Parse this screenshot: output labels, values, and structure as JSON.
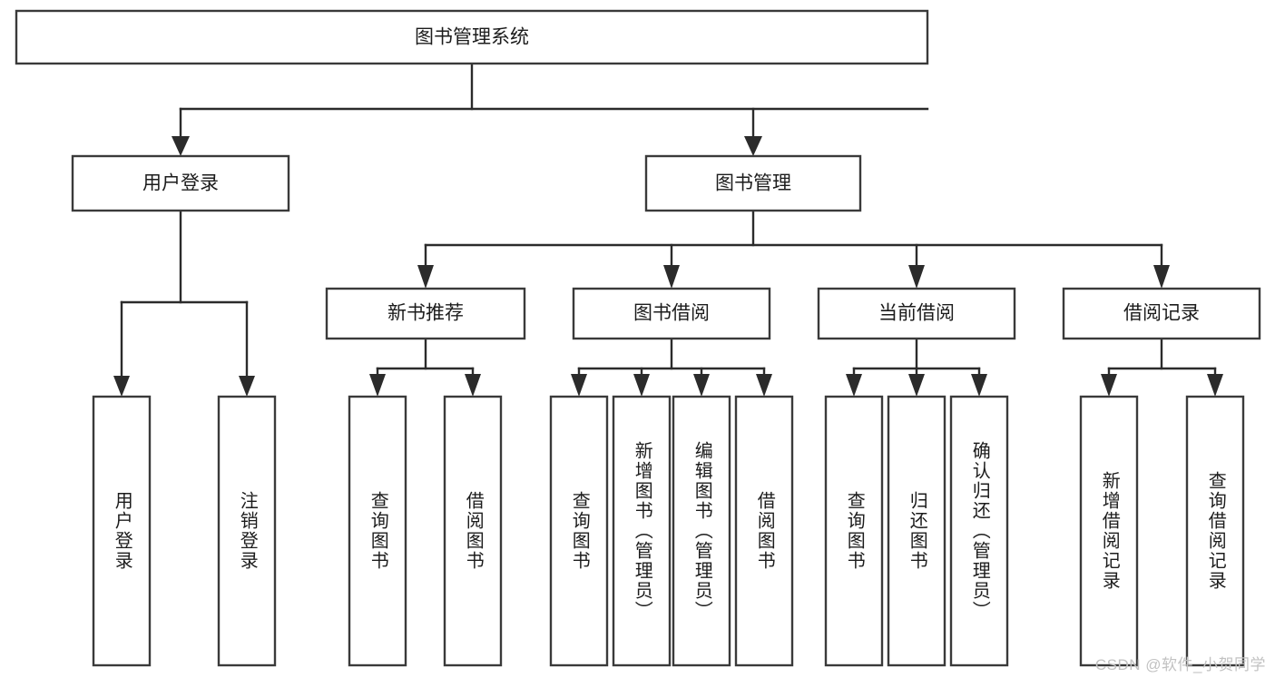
{
  "diagram": {
    "title": "图书管理系统",
    "type": "tree",
    "watermark": "CSDN @软件_小贺同学",
    "colors": {
      "box_stroke": "#3a3a3a",
      "edge": "#2b2b2b",
      "text": "#1c1c1c",
      "background": "#ffffff",
      "watermark": "#c2c2c2"
    },
    "root": {
      "id": "root",
      "label": "图书管理系统"
    },
    "level1": [
      {
        "id": "user-login",
        "label": "用户登录"
      },
      {
        "id": "book-manage",
        "label": "图书管理"
      }
    ],
    "level2": [
      {
        "id": "new-book-recommend",
        "label": "新书推荐",
        "parent": "book-manage"
      },
      {
        "id": "book-borrow",
        "label": "图书借阅",
        "parent": "book-manage"
      },
      {
        "id": "current-borrow",
        "label": "当前借阅",
        "parent": "book-manage"
      },
      {
        "id": "borrow-record",
        "label": "借阅记录",
        "parent": "book-manage"
      }
    ],
    "leaves": [
      {
        "id": "leaf-user-login",
        "label": "用户登录",
        "parent": "user-login"
      },
      {
        "id": "leaf-user-logout",
        "label": "注销登录",
        "parent": "user-login"
      },
      {
        "id": "leaf-query-book-1",
        "label": "查询图书",
        "parent": "new-book-recommend"
      },
      {
        "id": "leaf-borrow-book-1",
        "label": "借阅图书",
        "parent": "new-book-recommend"
      },
      {
        "id": "leaf-query-book-2",
        "label": "查询图书",
        "parent": "book-borrow"
      },
      {
        "id": "leaf-add-book",
        "label": "新增图书（管理员）",
        "parent": "book-borrow"
      },
      {
        "id": "leaf-edit-book",
        "label": "编辑图书（管理员）",
        "parent": "book-borrow"
      },
      {
        "id": "leaf-borrow-book-2",
        "label": "借阅图书",
        "parent": "book-borrow"
      },
      {
        "id": "leaf-query-book-3",
        "label": "查询图书",
        "parent": "current-borrow"
      },
      {
        "id": "leaf-return-book",
        "label": "归还图书",
        "parent": "current-borrow"
      },
      {
        "id": "leaf-confirm-return",
        "label": "确认归还（管理员）",
        "parent": "current-borrow"
      },
      {
        "id": "leaf-add-record",
        "label": "新增借阅记录",
        "parent": "borrow-record"
      },
      {
        "id": "leaf-query-record",
        "label": "查询借阅记录",
        "parent": "borrow-record"
      }
    ]
  }
}
